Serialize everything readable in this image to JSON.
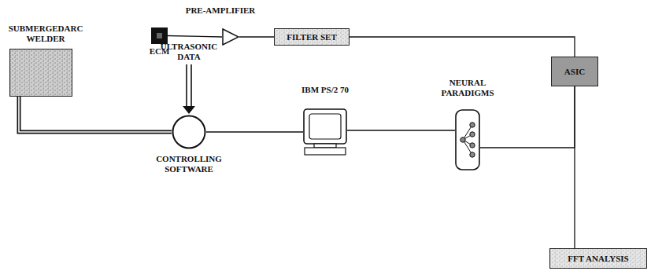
{
  "diagram": {
    "nodes": [
      {
        "text": [
          "SUBMERGEDARC WELDER"
        ]
      },
      {
        "text": [
          "ECM"
        ]
      },
      {
        "text": [
          "PRE-AMPLIFIER"
        ]
      },
      {
        "text": [
          "FILTER SET"
        ]
      },
      {
        "text": [
          "ASIC"
        ]
      },
      {
        "text": [
          "CONTROLLING SOFTWARE"
        ]
      },
      {
        "text": [
          "IBM PS/2 70"
        ]
      },
      {
        "text": [
          "NEURAL PARADIGMS"
        ]
      },
      {
        "text": [
          "FFT ANALYSIS"
        ]
      }
    ],
    "edges": [
      {
        "from": 1,
        "to": 2,
        "arrow": "none"
      },
      {
        "from": 2,
        "to": 3,
        "arrow": "none"
      },
      {
        "from": 3,
        "to": 4,
        "arrow": "none"
      },
      {
        "from": 0,
        "to": 5,
        "arrow": "none"
      },
      {
        "from": 5,
        "to": 6,
        "arrow": "none"
      },
      {
        "from": 6,
        "to": 7,
        "arrow": "none"
      },
      {
        "from": 4,
        "to": 7,
        "arrow": "none"
      },
      {
        "from": 4,
        "to": 8,
        "arrow": "none"
      }
    ],
    "labels": [
      "ULTRASONIC DATA"
    ]
  }
}
